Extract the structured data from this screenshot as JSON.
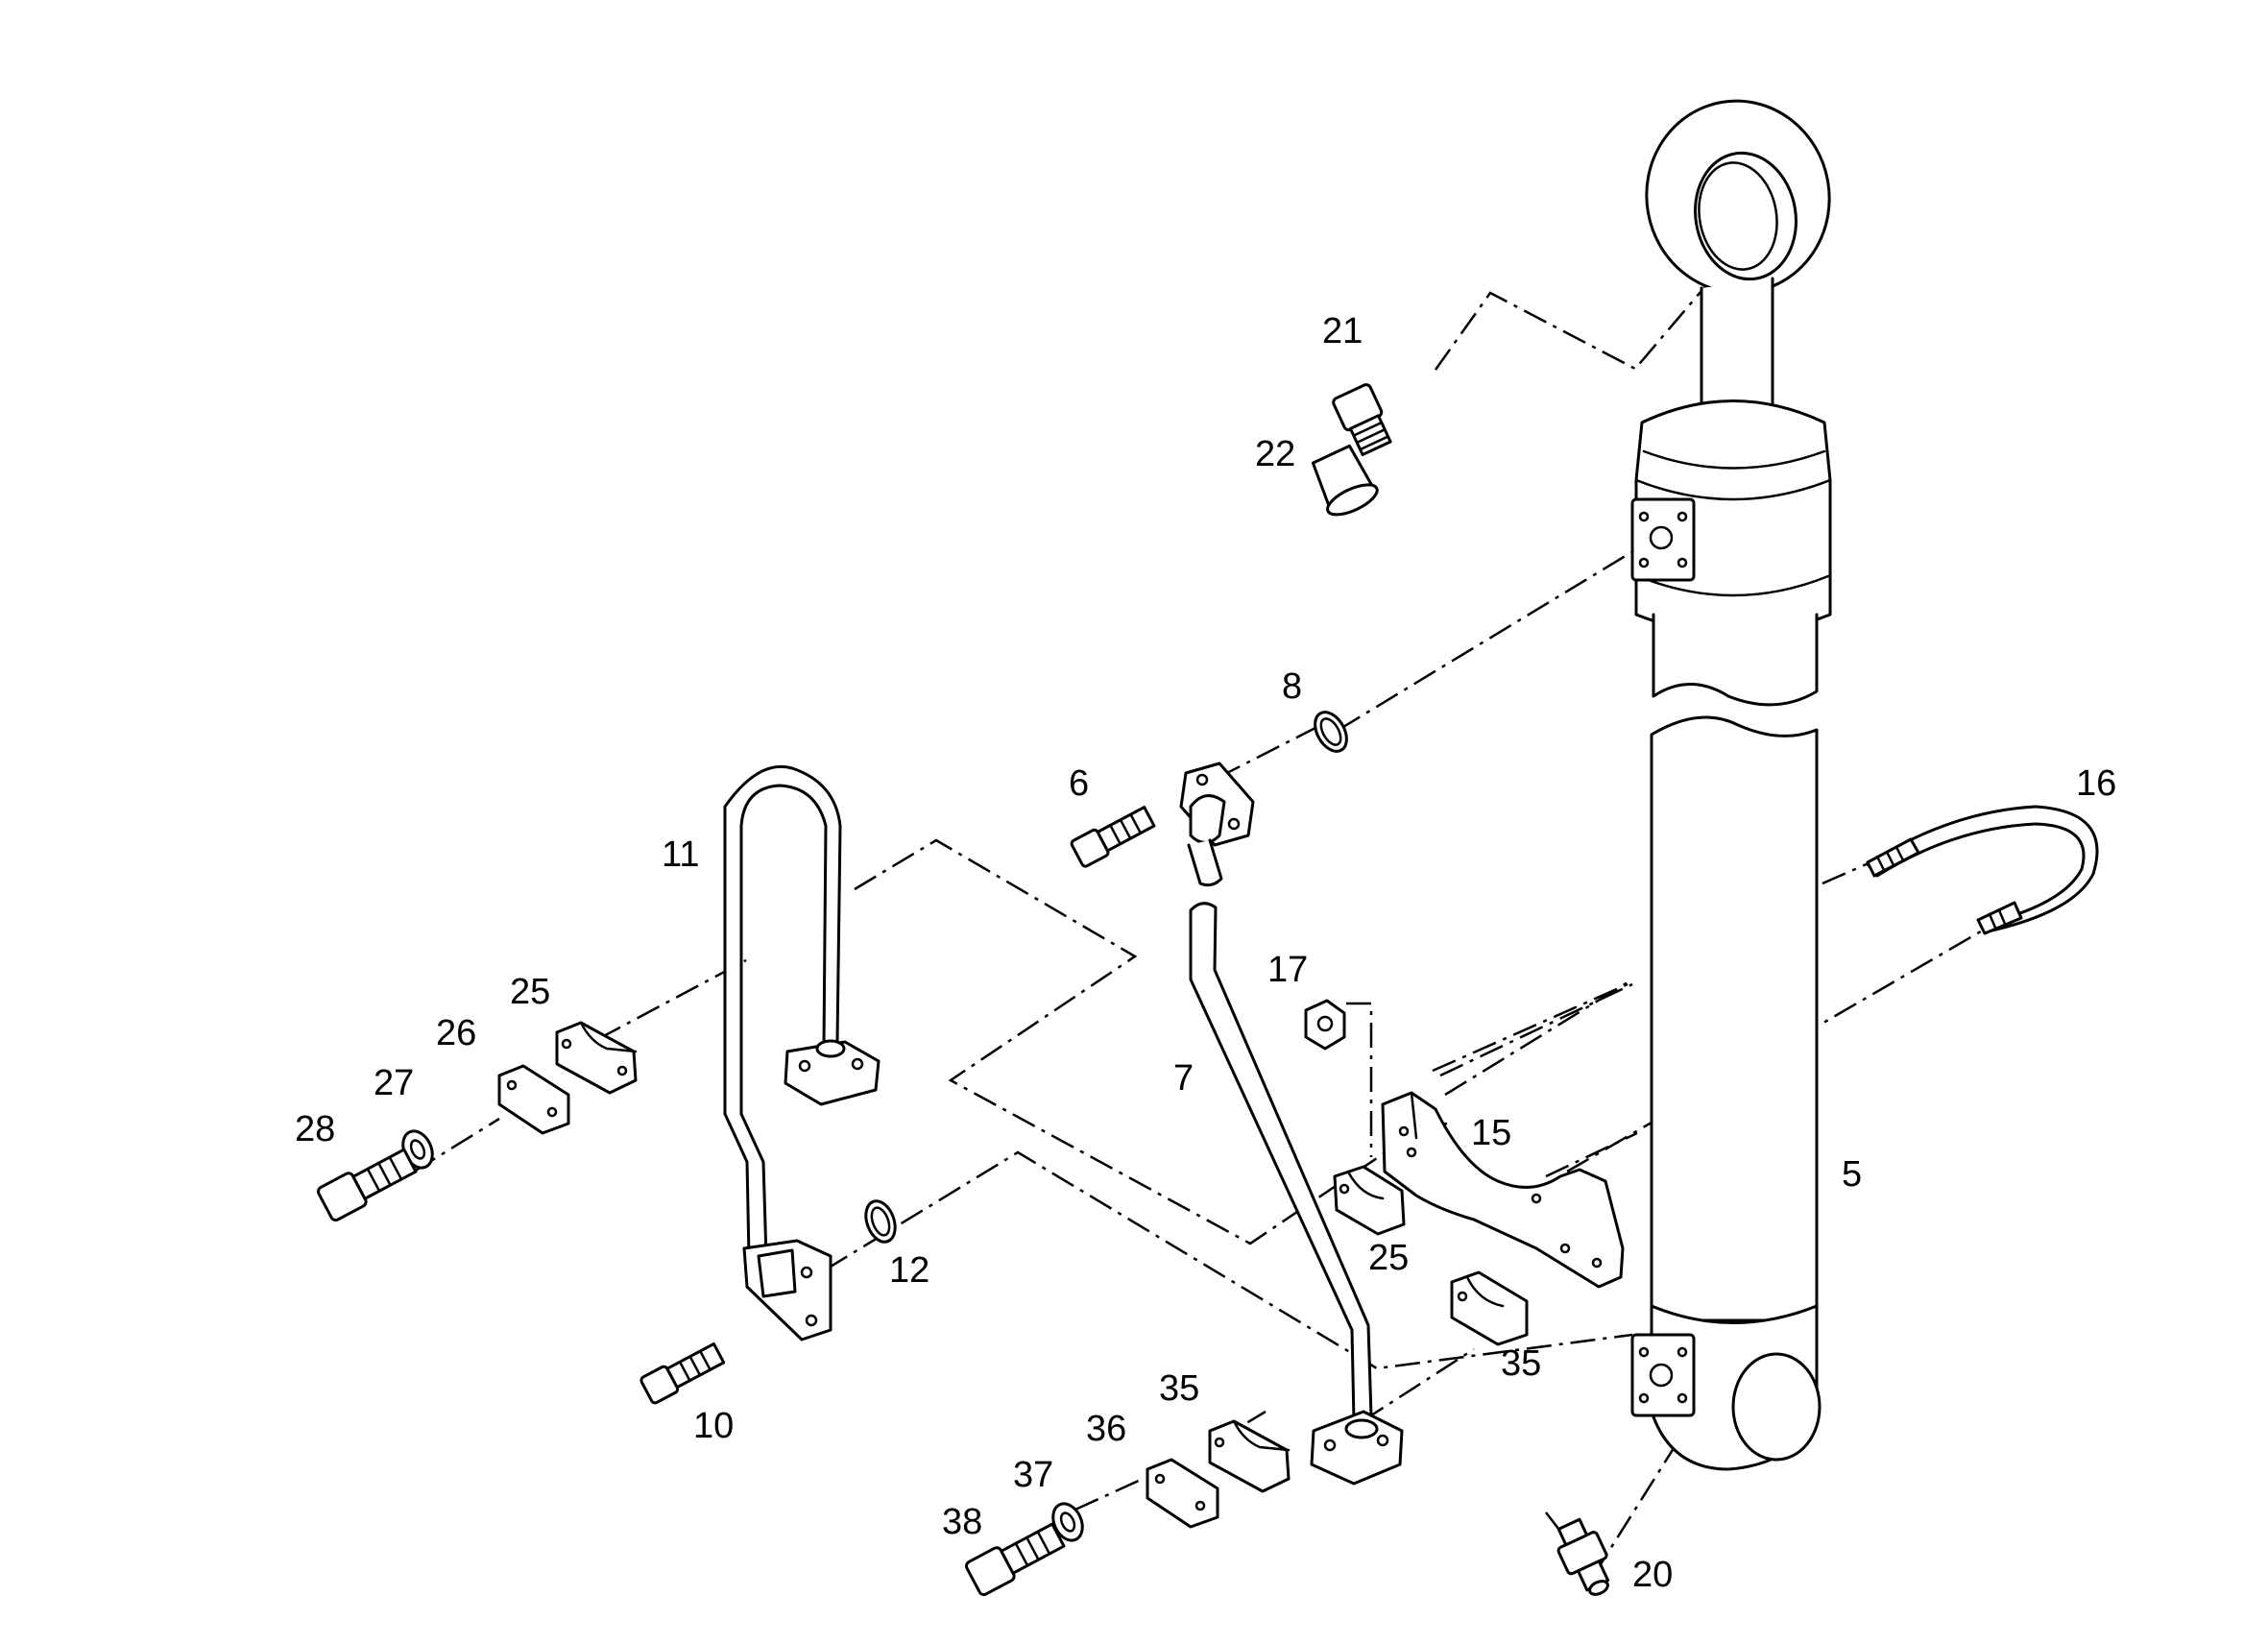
{
  "callouts": {
    "c5": "5",
    "c6": "6",
    "c7": "7",
    "c8": "8",
    "c10": "10",
    "c11": "11",
    "c12": "12",
    "c15": "15",
    "c16": "16",
    "c17": "17",
    "c20": "20",
    "c21": "21",
    "c22": "22",
    "c25a": "25",
    "c25b": "25",
    "c26": "26",
    "c27": "27",
    "c28": "28",
    "c35a": "35",
    "c35b": "35",
    "c36": "36",
    "c37": "37",
    "c38": "38"
  },
  "colors": {
    "line": "#000000",
    "background": "#ffffff"
  }
}
